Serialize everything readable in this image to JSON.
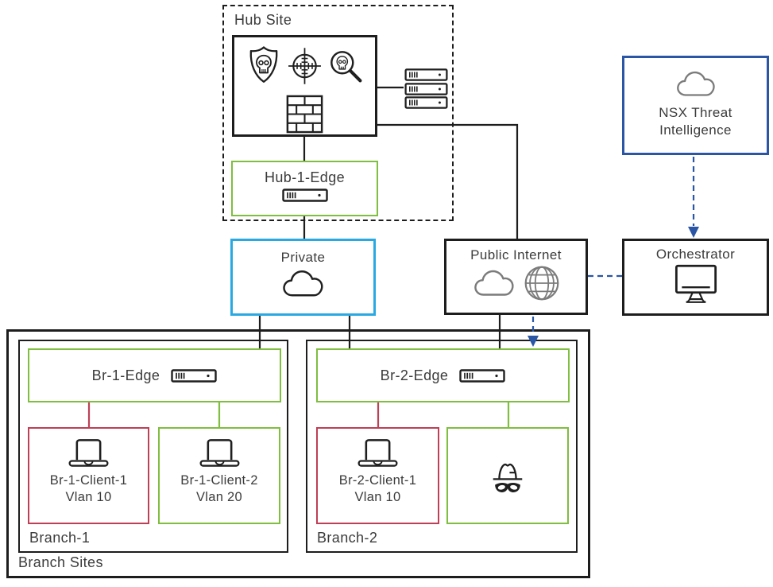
{
  "colors": {
    "green": "#7FBE3F",
    "crimson": "#BE3F56",
    "sky_blue": "#29A9E2",
    "dark_blue": "#2A56A5",
    "line_black": "#1D1D1D",
    "icon_gray": "#7B7B7B",
    "text_dark": "#3B3B3B"
  },
  "hub_site": {
    "label": "Hub Site",
    "security_icons": [
      "skull-shield-icon",
      "target-scope-icon",
      "skull-magnifier-icon",
      "firewall-icon"
    ],
    "server_count": 3,
    "edge": {
      "label": "Hub-1-Edge",
      "icon": "edge-appliance-icon"
    }
  },
  "networks": {
    "private": {
      "label": "Private",
      "icon": "cloud-icon"
    },
    "public": {
      "label": "Public Internet",
      "icons": [
        "cloud-icon",
        "globe-icon"
      ]
    }
  },
  "nsx": {
    "line1": "NSX Threat",
    "line2": "Intelligence",
    "icon": "cloud-icon"
  },
  "orchestrator": {
    "label": "Orchestrator",
    "icon": "monitor-icon"
  },
  "branch_sites": {
    "label": "Branch Sites",
    "branches": [
      {
        "label": "Branch-1",
        "edge_label": "Br-1-Edge",
        "clients": [
          {
            "name": "Br-1-Client-1",
            "vlan": "Vlan 10",
            "border": "crimson",
            "icon": "laptop-icon"
          },
          {
            "name": "Br-1-Client-2",
            "vlan": "Vlan 20",
            "border": "green",
            "icon": "laptop-icon"
          }
        ]
      },
      {
        "label": "Branch-2",
        "edge_label": "Br-2-Edge",
        "clients": [
          {
            "name": "Br-2-Client-1",
            "vlan": "Vlan 10",
            "border": "crimson",
            "icon": "laptop-icon"
          },
          {
            "name": "",
            "vlan": "",
            "border": "green",
            "icon": "spy-icon"
          }
        ]
      }
    ]
  }
}
